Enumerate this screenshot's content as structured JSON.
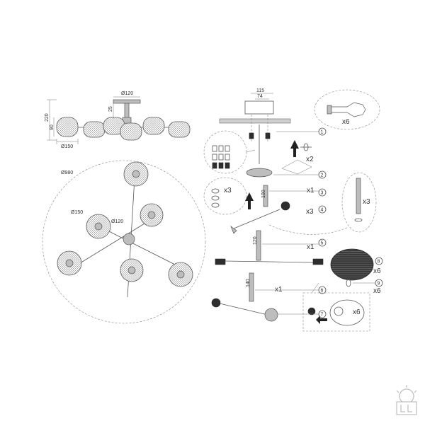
{
  "side_view": {
    "dim_canopy": "Ø120",
    "dim_stem": "25",
    "dim_height_total": "220",
    "dim_height_shade": "90",
    "dim_shade_width": "Ø150"
  },
  "top_view": {
    "dim_span": "Ø980",
    "dim_shade": "Ø150",
    "dim_hub": "Ø120"
  },
  "assembly": {
    "dim_plate_outer": "115",
    "dim_plate_inner": "74",
    "qty_bulbs": "x6",
    "qty_screws": "x2",
    "qty_fittings": "x3",
    "qty_hub": "x1",
    "qty_sockets": "x3",
    "qty_rod_screw": "x3",
    "dim_rod_100": "100",
    "dim_rod_120": "120",
    "dim_rod_140": "140",
    "qty_rod_100": "x1",
    "qty_rod_120": "x1",
    "qty_rod_140": "x1",
    "qty_shades": "x6",
    "qty_rings": "x6",
    "qty_shade_fit": "x6"
  },
  "callouts": [
    "1",
    "2",
    "3",
    "4",
    "5",
    "6",
    "7",
    "8",
    "9"
  ]
}
